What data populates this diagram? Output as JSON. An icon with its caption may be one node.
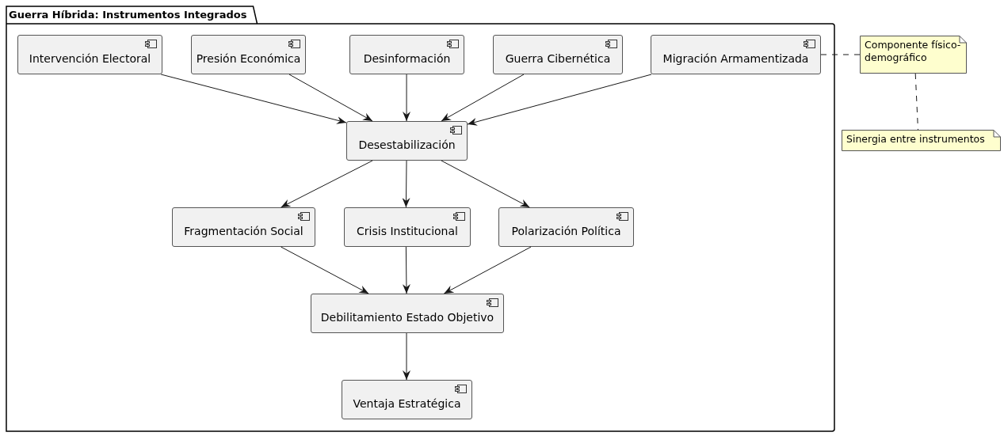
{
  "diagram": {
    "nodes": [
      {
        "text": [
          "Guerra Híbrida: Instrumentos Integrados"
        ]
      },
      {
        "text": [
          "Intervención Electoral"
        ],
        "in": 0
      },
      {
        "text": [
          "Presión Económica"
        ],
        "in": 0
      },
      {
        "text": [
          "Desinformación"
        ],
        "in": 0
      },
      {
        "text": [
          "Guerra Cibernética"
        ],
        "in": 0
      },
      {
        "text": [
          "Migración Armamentizada"
        ],
        "in": 0
      },
      {
        "text": [
          "Desestabilización"
        ],
        "in": 0
      },
      {
        "text": [
          "Fragmentación Social"
        ],
        "in": 0
      },
      {
        "text": [
          "Crisis Institucional"
        ],
        "in": 0
      },
      {
        "text": [
          "Polarización Política"
        ],
        "in": 0
      },
      {
        "text": [
          "Debilitamiento Estado Objetivo"
        ],
        "in": 0
      },
      {
        "text": [
          "Ventaja Estratégica"
        ],
        "in": 0
      },
      {
        "text": [
          "Componente físico-demográfico"
        ]
      },
      {
        "text": [
          "Sinergia entre instrumentos"
        ]
      }
    ],
    "edges": [
      {
        "from": 1,
        "to": 6,
        "arrow": "to"
      },
      {
        "from": 2,
        "to": 6,
        "arrow": "to"
      },
      {
        "from": 3,
        "to": 6,
        "arrow": "to"
      },
      {
        "from": 4,
        "to": 6,
        "arrow": "to"
      },
      {
        "from": 5,
        "to": 6,
        "arrow": "to"
      },
      {
        "from": 6,
        "to": 7,
        "arrow": "to"
      },
      {
        "from": 6,
        "to": 8,
        "arrow": "to"
      },
      {
        "from": 6,
        "to": 9,
        "arrow": "to"
      },
      {
        "from": 7,
        "to": 10,
        "arrow": "to"
      },
      {
        "from": 8,
        "to": 10,
        "arrow": "to"
      },
      {
        "from": 9,
        "to": 10,
        "arrow": "to"
      },
      {
        "from": 10,
        "to": 11,
        "arrow": "to"
      },
      {
        "from": 5,
        "to": 12,
        "arrow": "none",
        "style": "dashed"
      },
      {
        "from": 12,
        "to": 13,
        "arrow": "none",
        "style": "dashed"
      }
    ]
  }
}
